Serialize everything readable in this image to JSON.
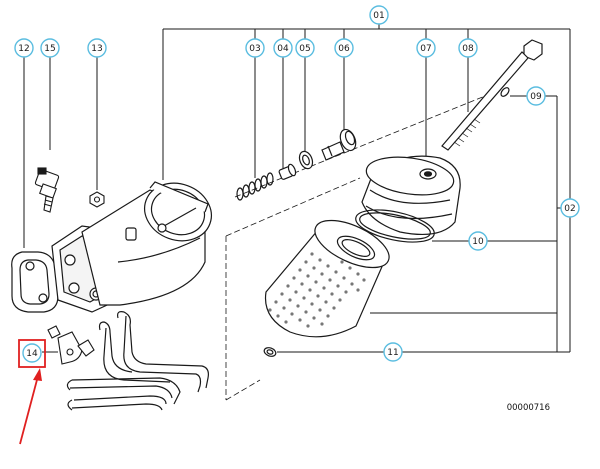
{
  "diagram": {
    "reference_number": "00000716",
    "callouts": [
      {
        "id": "01",
        "label": "01"
      },
      {
        "id": "02",
        "label": "02"
      },
      {
        "id": "03",
        "label": "03"
      },
      {
        "id": "04",
        "label": "04"
      },
      {
        "id": "05",
        "label": "05"
      },
      {
        "id": "06",
        "label": "06"
      },
      {
        "id": "07",
        "label": "07"
      },
      {
        "id": "08",
        "label": "08"
      },
      {
        "id": "09",
        "label": "09"
      },
      {
        "id": "10",
        "label": "10"
      },
      {
        "id": "11",
        "label": "11"
      },
      {
        "id": "12",
        "label": "12"
      },
      {
        "id": "13",
        "label": "13"
      },
      {
        "id": "14",
        "label": "14"
      },
      {
        "id": "15",
        "label": "15"
      }
    ],
    "colors": {
      "callout_stroke": "#5bbde0",
      "line": "#1a1a1a",
      "highlight": "#e02020"
    },
    "highlighted_callout": "14"
  }
}
